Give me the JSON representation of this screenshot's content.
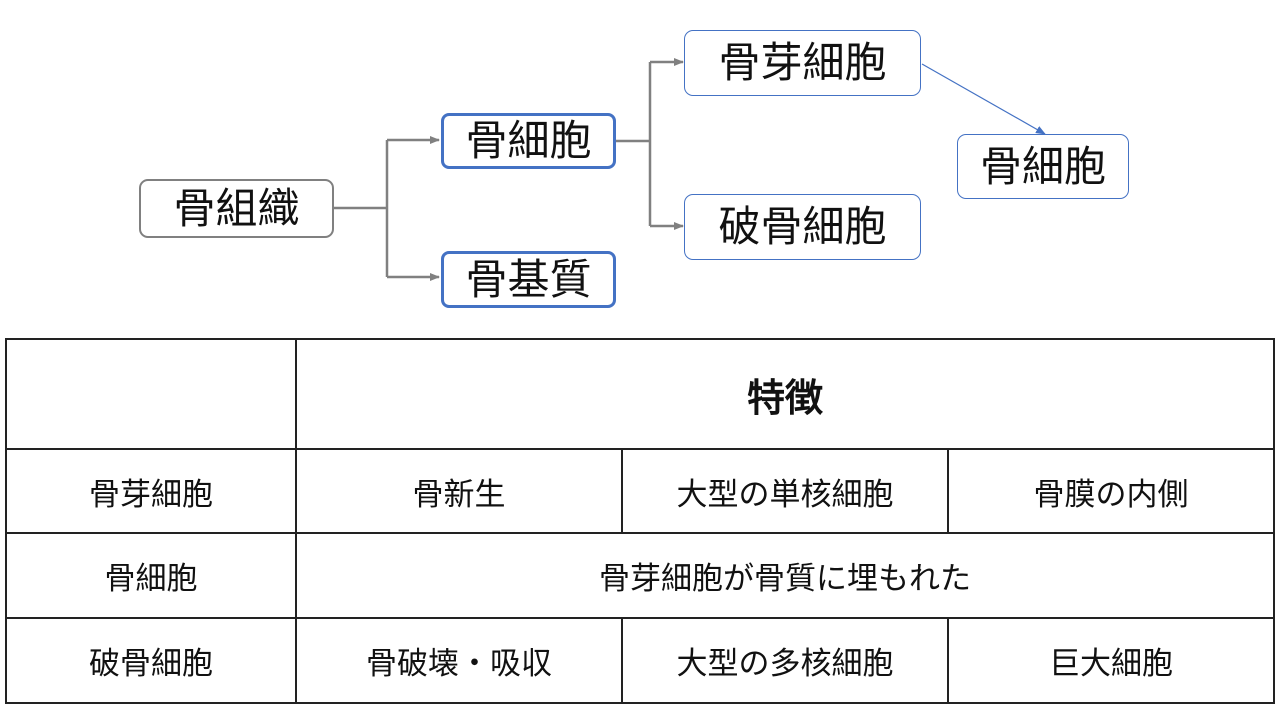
{
  "diagram": {
    "root": "骨組織",
    "branches": [
      "骨細胞",
      "骨基質"
    ],
    "cell_types": [
      "骨芽細胞",
      "破骨細胞"
    ],
    "result": "骨細胞"
  },
  "table": {
    "header": {
      "corner": "",
      "title": "特徴"
    },
    "rows": [
      {
        "name": "骨芽細胞",
        "cells": [
          "骨新生",
          "大型の単核細胞",
          "骨膜の内側"
        ]
      },
      {
        "name": "骨細胞",
        "merged": "骨芽細胞が骨質に埋もれた"
      },
      {
        "name": "破骨細胞",
        "cells": [
          "骨破壊・吸収",
          "大型の多核細胞",
          "巨大細胞"
        ]
      }
    ]
  },
  "colors": {
    "accent": "#4472c4",
    "connector": "#808080",
    "border": "#222222"
  }
}
